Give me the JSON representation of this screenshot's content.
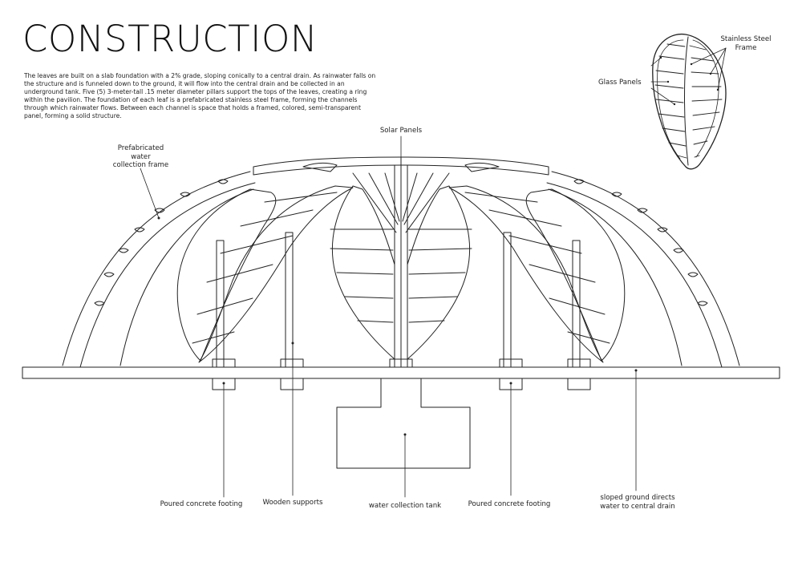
{
  "heading": "CONSTRUCTION",
  "description": "The leaves are built on a slab foundation with a 2% grade, sloping conically to a central drain. As rainwater falls on the structure and is funneled down to the ground, it will flow into the central drain and be collected in an underground tank. Five (5) 3-meter-tall .15 meter diameter pillars support the tops of the leaves, creating a ring within the pavilion. The foundation of each leaf is a prefabricated stainless steel frame, forming the channels through which rainwater flows. Between each channel is space that holds a framed, colored, semi-transparent panel, forming a solid structure.",
  "labels": {
    "solar_panels": "Solar Panels",
    "collection_frame": "Prefabricated\nwater\ncollection frame",
    "stainless_frame": "Stainless Steel\nFrame",
    "glass_panels": "Glass Panels",
    "footing_left": "Poured concrete footing",
    "wooden_supports": "Wooden supports",
    "tank": "water collection tank",
    "footing_right": "Poured concrete footing",
    "ground": "sloped ground directs\nwater to central drain"
  }
}
